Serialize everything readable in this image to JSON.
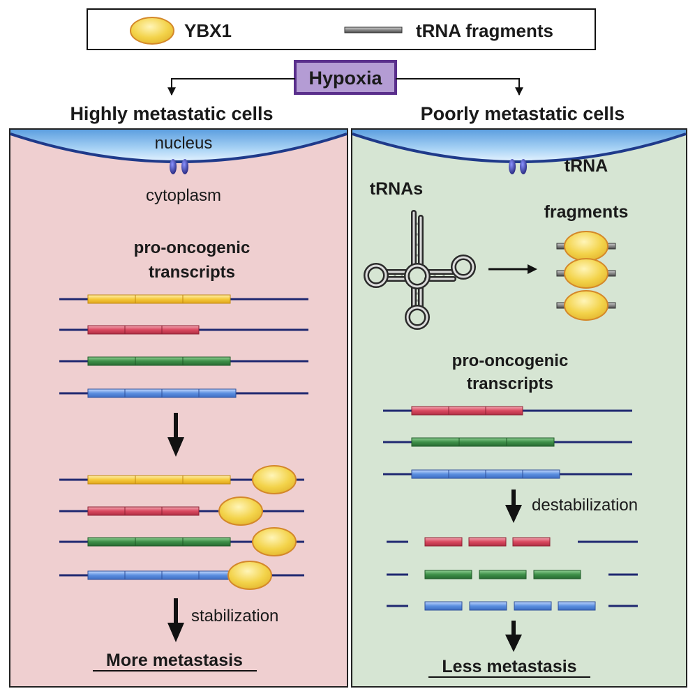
{
  "legend": {
    "ybx1_label": "YBX1",
    "fragments_label": "tRNA fragments"
  },
  "hypoxia_label": "Hypoxia",
  "left_panel": {
    "title": "Highly metastatic cells",
    "nucleus_label": "nucleus",
    "cytoplasm_label": "cytoplasm",
    "transcripts_label_line1": "pro-oncogenic",
    "transcripts_label_line2": "transcripts",
    "stabilization_label": "stabilization",
    "outcome_label": "More metastasis"
  },
  "right_panel": {
    "title": "Poorly metastatic cells",
    "trnas_label": "tRNAs",
    "fragments_label_line1": "tRNA",
    "fragments_label_line2": "fragments",
    "transcripts_label_line1": "pro-oncogenic",
    "transcripts_label_line2": "transcripts",
    "destabilization_label": "destabilization",
    "outcome_label": "Less metastasis"
  },
  "colors": {
    "yellow": "#f5c93a",
    "red": "#d9485f",
    "green": "#3d8f48",
    "blue": "#5b8fe0",
    "line": "#1f2870",
    "ybx1_fill": "#f3d34a",
    "ybx1_stroke": "#d4882a",
    "left_bg": "#efcfd0",
    "right_bg": "#d6e5d3",
    "hypoxia_bg": "#b49cd4",
    "hypoxia_border": "#5a2f8c"
  }
}
